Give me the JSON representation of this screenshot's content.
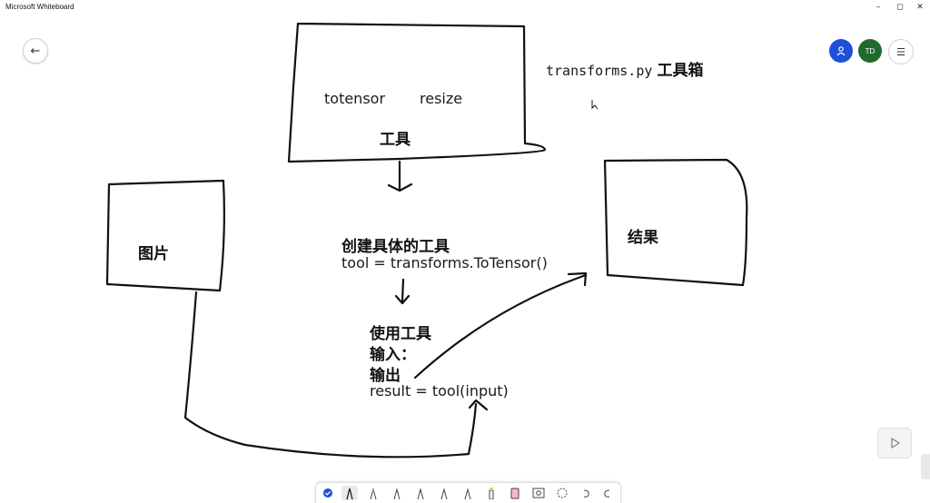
{
  "window": {
    "title": "Microsoft Whiteboard",
    "controls": [
      "–",
      "◻",
      "✕"
    ]
  },
  "header": {
    "back_icon": "back-arrow-icon",
    "avatars": [
      {
        "label": "",
        "icon": "person-icon",
        "color": "#1e4fd8"
      },
      {
        "label": "TD",
        "color": "#1f6b2e"
      }
    ],
    "menu_icon": "hamburger-menu-icon"
  },
  "canvas": {
    "tools_box": {
      "items": [
        "totensor",
        "resize"
      ],
      "label": "工具"
    },
    "transforms_note": {
      "code": "transforms.py",
      "label": "工具箱"
    },
    "image_box": {
      "label": "图片"
    },
    "result_box": {
      "label": "结果"
    },
    "create_step": {
      "label": "创建具体的工具",
      "code": "tool = transforms.ToTensor()"
    },
    "use_step": {
      "label": "使用工具",
      "input_label": "输入：",
      "output_label": "输出",
      "code": "result = tool(input)"
    }
  },
  "toolbar": {
    "tools": [
      "select-check-icon",
      "pen-black-icon",
      "pen-orange-icon",
      "pen-blue-icon",
      "pen-navy-icon",
      "pen-brown-icon",
      "pen-teal-icon",
      "highlighter-icon",
      "eraser-icon",
      "image-icon",
      "lasso-icon",
      "undo-icon",
      "redo-icon"
    ]
  },
  "colors": {
    "ink": "#111111",
    "accent_blue": "#1e4fd8",
    "avatar_green": "#1f6b2e"
  }
}
